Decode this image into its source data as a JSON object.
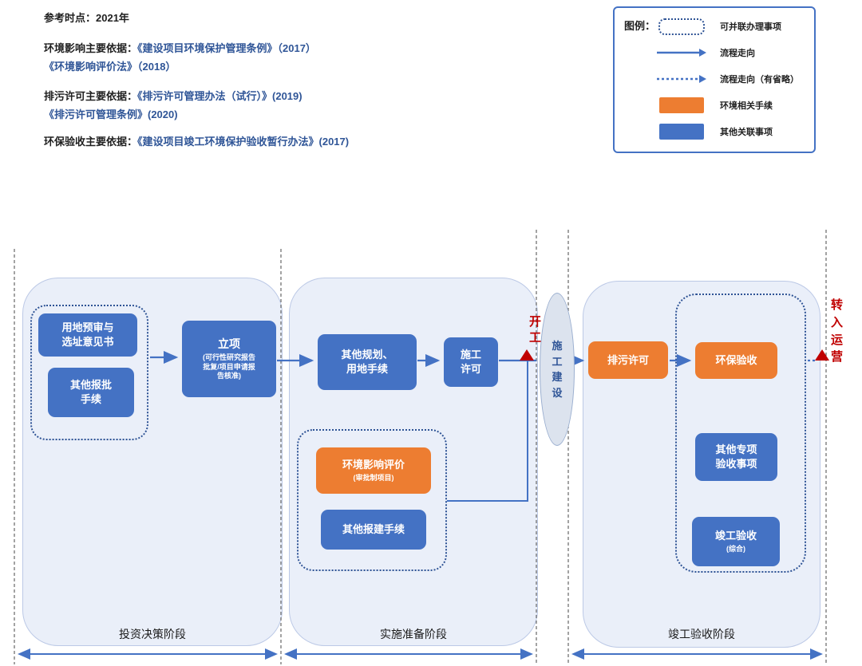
{
  "colors": {
    "flow_blue": "#4472C4",
    "env_orange": "#ED7D31",
    "milestone_red": "#C00000",
    "law_blue": "#2F5597",
    "phase_bg": "#EAEFF9",
    "dotted_border": "#2E5395",
    "ellipse_bg": "#DCE3EE"
  },
  "header": {
    "reference": "参考时点：2021年",
    "eia": {
      "label": "环境影响主要依据：",
      "line1": "《建设项目环境保护管理条例》（2017）",
      "line2": "《环境影响评价法》（2018）"
    },
    "permit": {
      "label": "排污许可主要依据：",
      "line1": "《排污许可管理办法（试行）》(2019)",
      "line2": "《排污许可管理条例》(2020)"
    },
    "acceptance": {
      "label": "环保验收主要依据：",
      "line1": "《建设项目竣工环境保护验收暂行办法》(2017)"
    }
  },
  "legend": {
    "title": "图例：",
    "items": [
      {
        "icon": "dotted-box",
        "label": "可并联办理事项"
      },
      {
        "icon": "solid-arrow",
        "label": "流程走向"
      },
      {
        "icon": "dotted-arrow",
        "label": "流程走向（有省略）"
      },
      {
        "icon": "orange-box",
        "label": "环境相关手续"
      },
      {
        "icon": "blue-box",
        "label": "其他关联事项"
      }
    ]
  },
  "phases": [
    {
      "label": "投资决策阶段"
    },
    {
      "label": "实施准备阶段"
    },
    {
      "label": "竣工验收阶段"
    }
  ],
  "nodes": {
    "land_preapproval": "用地预审与\n选址意见书",
    "other_approvals": "其他报批\n手续",
    "project_initiation": "立项",
    "project_initiation_sub": "(可行性研究报告\n批复/项目申请报\n告核准)",
    "planning_land": "其他规划、\n用地手续",
    "construction_permit": "施工\n许可",
    "eia": "环境影响评价",
    "eia_sub": "(审批制项目)",
    "other_filing": "其他报建手续",
    "start_milestone": "开\n工",
    "construction": "施\n工\n建\n设",
    "discharge_permit": "排污许可",
    "env_acceptance": "环保验收",
    "other_special_acceptance": "其他专项\n验收事项",
    "completion_acceptance": "竣工验收",
    "completion_acceptance_sub": "(综合)",
    "to_operation": "转\n入\n运\n营"
  }
}
